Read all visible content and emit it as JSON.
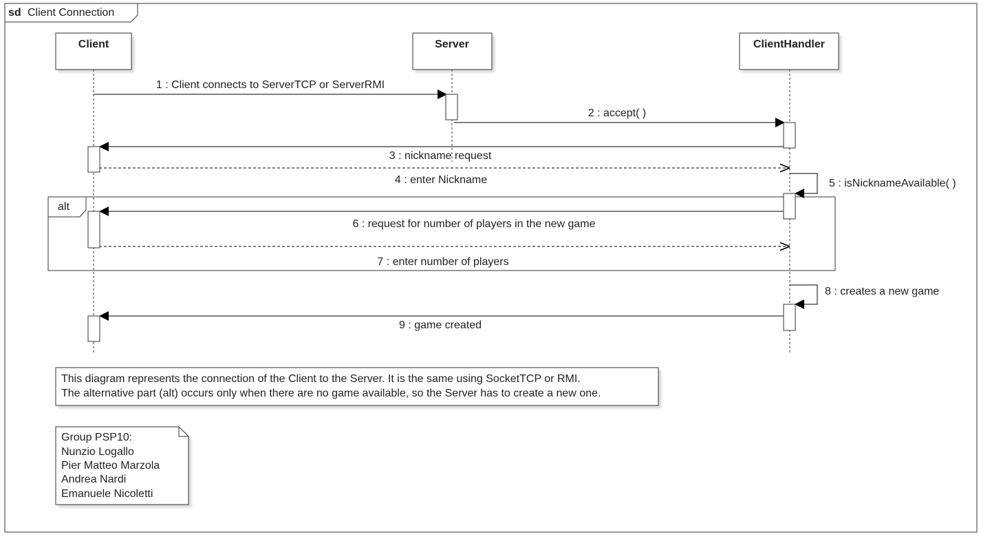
{
  "frame": {
    "kind": "sd",
    "title": "Client Connection"
  },
  "lifelines": [
    {
      "id": "client",
      "name": "Client"
    },
    {
      "id": "server",
      "name": "Server"
    },
    {
      "id": "handler",
      "name": "ClientHandler"
    }
  ],
  "messages": [
    {
      "id": "m1",
      "label": "1 : Client connects to ServerTCP or ServerRMI",
      "type": "sync"
    },
    {
      "id": "m2",
      "label": "2 : accept( )",
      "type": "sync"
    },
    {
      "id": "m3",
      "label": "3 : nickname request",
      "type": "sync"
    },
    {
      "id": "m4",
      "label": "4 : enter Nickname",
      "type": "reply"
    },
    {
      "id": "m5",
      "label": "5 : isNicknameAvailable( )",
      "type": "self"
    },
    {
      "id": "m6",
      "label": "6 : request for number of players in the new game",
      "type": "sync"
    },
    {
      "id": "m7",
      "label": "7 : enter number of players",
      "type": "reply"
    },
    {
      "id": "m8",
      "label": "8 : creates a new game",
      "type": "self"
    },
    {
      "id": "m9",
      "label": "9 : game created",
      "type": "sync"
    }
  ],
  "fragment": {
    "operator": "alt"
  },
  "notes": {
    "description": [
      "This diagram represents the connection of the Client to the Server. It is the same using SocketTCP or RMI.",
      "The alternative part (alt) occurs only when there are no game available, so the Server has to create a new one."
    ],
    "group": [
      "Group PSP10:",
      "Nunzio Logallo",
      "Pier Matteo Marzola",
      "Andrea Nardi",
      "Emanuele Nicoletti"
    ]
  }
}
